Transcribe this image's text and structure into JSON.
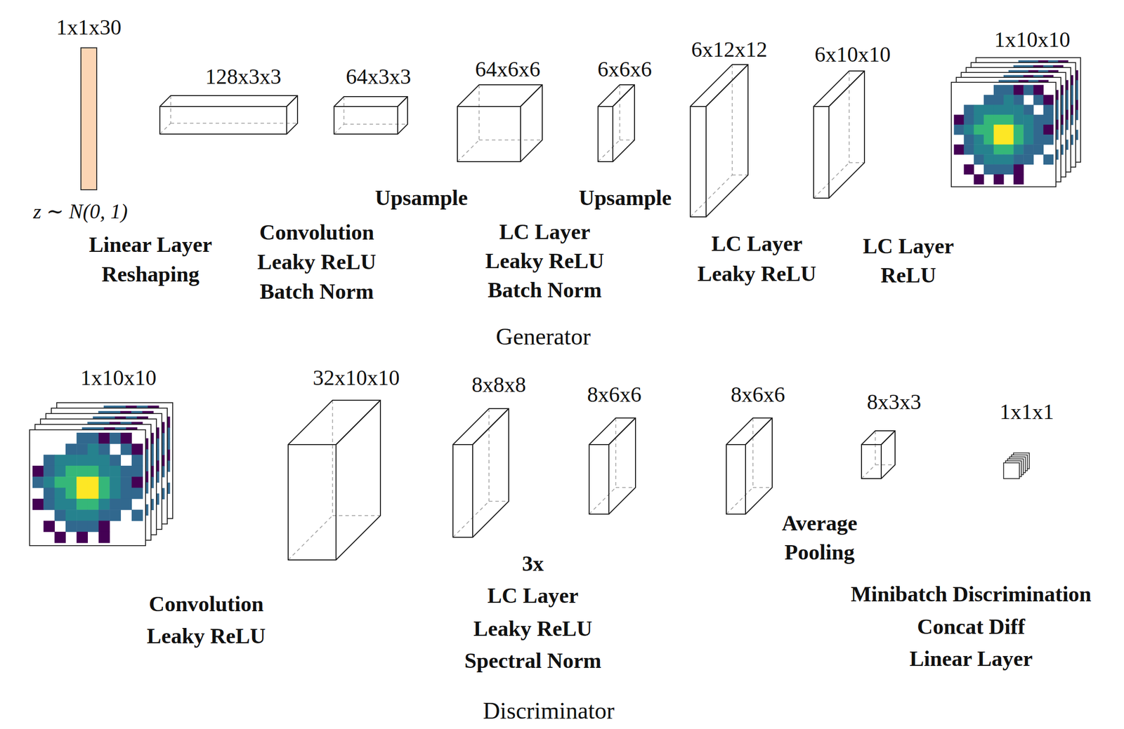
{
  "diagram": {
    "nodes": [
      {
        "text": [
          "1x1x30"
        ]
      },
      {
        "text": [
          "128x3x3"
        ]
      },
      {
        "text": [
          "64x3x3"
        ]
      },
      {
        "text": [
          "64x6x6"
        ]
      },
      {
        "text": [
          "6x6x6"
        ]
      },
      {
        "text": [
          "6x12x12"
        ]
      },
      {
        "text": [
          "6x10x10"
        ]
      },
      {
        "text": [
          "1x10x10"
        ]
      },
      {
        "text": [
          "1x10x10"
        ]
      },
      {
        "text": [
          "32x10x10"
        ]
      },
      {
        "text": [
          "8x8x8"
        ]
      },
      {
        "text": [
          "8x6x6"
        ]
      },
      {
        "text": [
          "8x6x6"
        ]
      },
      {
        "text": [
          "8x3x3"
        ]
      },
      {
        "text": [
          "1x1x1"
        ]
      }
    ],
    "labels": [
      "z ∼ N(0, 1)",
      "Linear Layer",
      "Reshaping",
      "Convolution",
      "Leaky ReLU",
      "Batch Norm",
      "Upsample",
      "Upsample",
      "LC Layer",
      "Leaky ReLU",
      "Batch Norm",
      "LC Layer",
      "Leaky ReLU",
      "LC Layer",
      "ReLU",
      "Generator",
      "Convolution",
      "Leaky ReLU",
      "3x",
      "LC Layer",
      "Leaky ReLU",
      "Spectral Norm",
      "Average Pooling",
      "Minibatch Discrimination",
      "Concat Diff",
      "Linear Layer",
      "Discriminator"
    ]
  }
}
